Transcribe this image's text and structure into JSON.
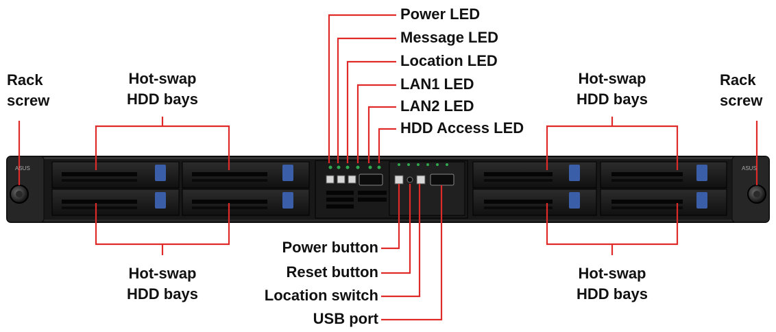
{
  "colors": {
    "leader": "#e02a2a",
    "chassis": "#1c1c1c",
    "bay_latch": "#3a5fa8",
    "led": "#2fa84f"
  },
  "labels": {
    "rack_screw_left": "Rack screw",
    "rack_screw_right": "Rack screw",
    "hdd_top_left": "Hot-swap HDD bays",
    "hdd_top_right": "Hot-swap HDD bays",
    "hdd_bottom_left": "Hot-swap HDD bays",
    "hdd_bottom_right": "Hot-swap HDD bays",
    "power_led": "Power LED",
    "message_led": "Message LED",
    "location_led": "Location LED",
    "lan1_led": "LAN1 LED",
    "lan2_led": "LAN2 LED",
    "hdd_access_led": "HDD Access LED",
    "power_button": "Power button",
    "reset_button": "Reset button",
    "location_switch": "Location switch",
    "usb_port": "USB port"
  },
  "brand": {
    "left_logo": "ASUS",
    "right_logo": "ASUS"
  }
}
